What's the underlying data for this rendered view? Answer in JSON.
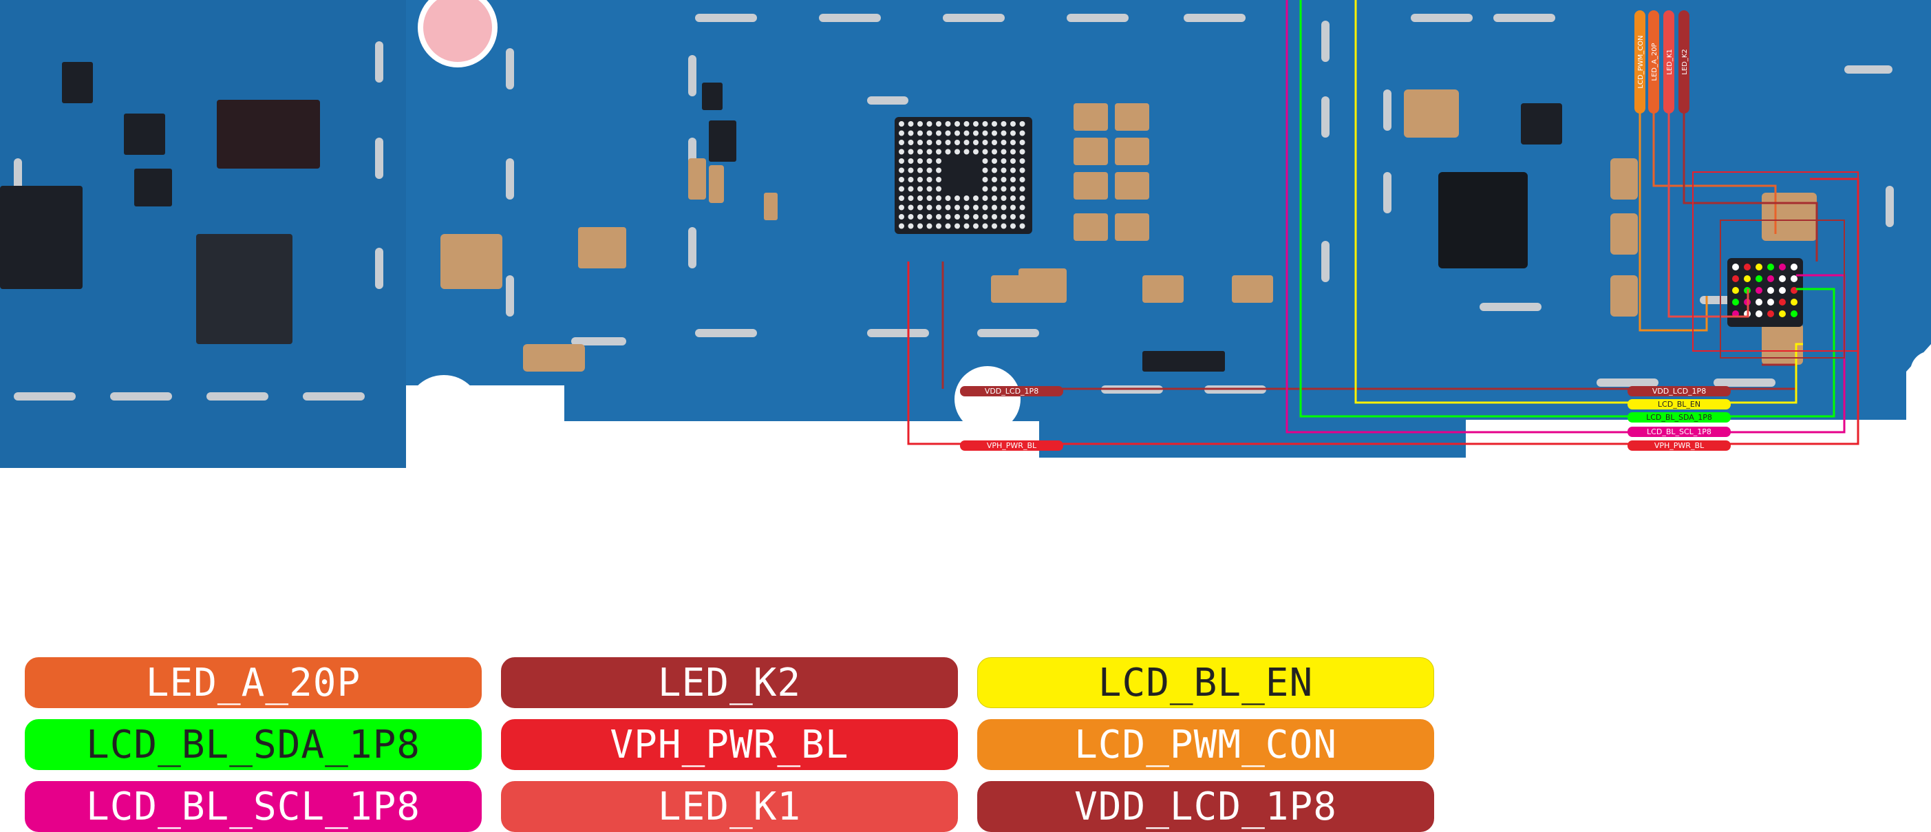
{
  "legend": [
    {
      "label": "LED_A_20P",
      "bg": "#e8622a",
      "fg": "#ffffff"
    },
    {
      "label": "LED_K2",
      "bg": "#a62d2f",
      "fg": "#ffffff"
    },
    {
      "label": "LCD_BL_EN",
      "bg": "#fff200",
      "fg": "#222222"
    },
    {
      "label": "LCD_BL_SDA_1P8",
      "bg": "#00ff00",
      "fg": "#222222"
    },
    {
      "label": "VPH_PWR_BL",
      "bg": "#e8202a",
      "fg": "#ffffff"
    },
    {
      "label": "LCD_PWM_CON",
      "bg": "#f08a1c",
      "fg": "#ffffff"
    },
    {
      "label": "LCD_BL_SCL_1P8",
      "bg": "#e6008a",
      "fg": "#ffffff"
    },
    {
      "label": "LED_K1",
      "bg": "#e84a46",
      "fg": "#ffffff"
    },
    {
      "label": "VDD_LCD_1P8",
      "bg": "#a62d2f",
      "fg": "#ffffff"
    }
  ],
  "board_tags": {
    "vdd_left": "VDD_LCD_1P8",
    "vph_left": "VPH_PWR_BL",
    "vdd_right": "VDD_LCD_1P8",
    "bl_en_right": "LCD_BL_EN",
    "sda_right": "LCD_BL_SDA_1P8",
    "scl_right": "LCD_BL_SCL_1P8",
    "vph_right": "VPH_PWR_BL",
    "led_pwm": "LCD_PWM_CON",
    "led_a": "LED_A_20P",
    "led_k1": "LED_K1",
    "led_k2": "LED_K2"
  },
  "colors": {
    "board": "#1f6fae",
    "board_dark": "#155a92",
    "silver": "#c9cdd2",
    "copper": "#c79a6c",
    "chip": "#1c1f26",
    "pink_pad": "#f5b6bd"
  }
}
